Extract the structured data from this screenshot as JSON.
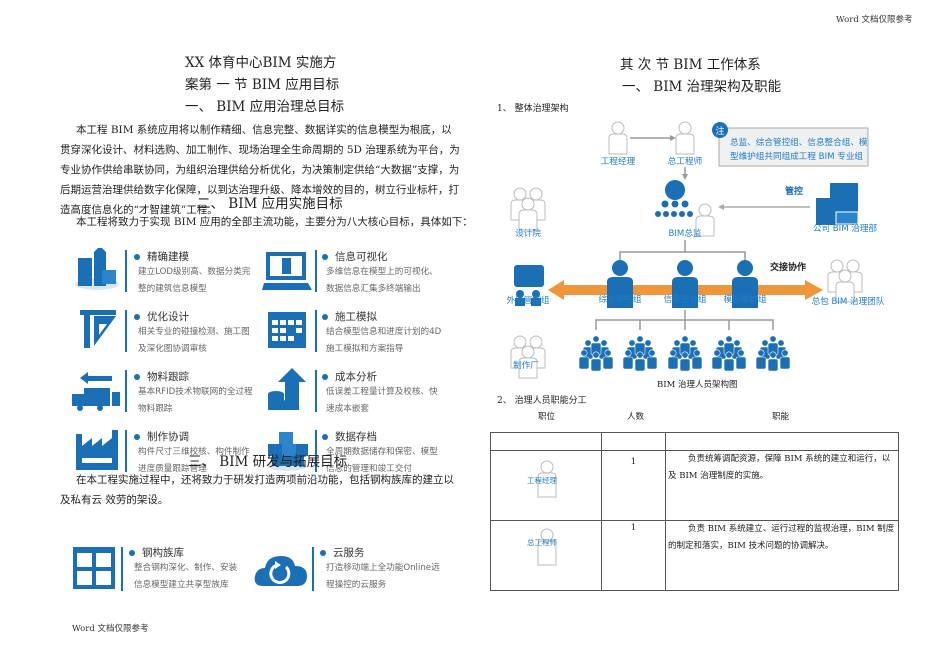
{
  "header_note": "Word 文档仅限参考",
  "footer_note": "Word 文档仅限参考",
  "left": {
    "title1": "XX 体育中心BIM 实施方",
    "title2": "案第 一 节   BIM 应用目标",
    "h1": "一、  BIM 应用治理总目标",
    "para1": "本工程  BIM 系统应用将以制作精细、信息完整、数据详实的信息模型为根底，以贯穿深化设计、材料选购、加工制作、现场治理全生命周期的  5D   治理系统为平台，为专业协作供给串联协同，为组织治理供给分析优化，为决策制定供给“大数据”支撑，为后期运营治理供给数字化保障，以到达治理升级、降本增效的目的，树立行业标杆，打造高度信息化的“才智建筑”工程。",
    "h2": "二、  BIM 应用实施目标",
    "para2": "本工程将致力于实现   BIM   应用的全部主流功能，主要分为八大核心目标，具体如下：",
    "goals": [
      {
        "title": "精确建模",
        "desc": "建立LOD级别高、数据分类完整的建筑信息模型",
        "icon": "city-buildings-icon"
      },
      {
        "title": "信息可视化",
        "desc": "多维信息在模型上的可视化、数据信息汇集多终端输出",
        "icon": "computer-monitor-icon"
      },
      {
        "title": "优化设计",
        "desc": "相关专业的碰撞检测、施工图及深化图协调审核",
        "icon": "drafting-tools-icon"
      },
      {
        "title": "施工模拟",
        "desc": "结合模型信息和进度计划的4D施工模拟和方案指导",
        "icon": "calendar-icon"
      },
      {
        "title": "物料跟踪",
        "desc": "基本RFID技术物联网的全过程物料跟踪",
        "icon": "delivery-truck-icon"
      },
      {
        "title": "成本分析",
        "desc": "低误差工程量计算及校核、快速成本嵌套",
        "icon": "coins-arrow-icon"
      },
      {
        "title": "制作协调",
        "desc": "构件尺寸三维校核、构件制作进度质量跟踪管理",
        "icon": "factory-icon"
      },
      {
        "title": "数据存档",
        "desc": "全周期数据储存和保密、模型信息的管理和竣工交付",
        "icon": "data-boxes-icon"
      }
    ],
    "h3": "三、  BIM 研发与拓展目标",
    "para3": "在本工程实施过程中，还将致力于研发打造两项前沿功能，包括钢构族库的建立以及私有云  效劳的架设。",
    "rd": [
      {
        "title": "钢构族库",
        "desc": "整合钢构深化、制作、安装信息模型建立共享型族库",
        "icon": "library-grid-icon"
      },
      {
        "title": "云服务",
        "desc": "打造移动端上全功能Online远程操控的云服务",
        "icon": "cloud-sync-icon"
      }
    ]
  },
  "right": {
    "title1": "其 次 节   BIM 工作体系",
    "h1": "一、  BIM 治理架构及职能",
    "s1": "1、   整体治理架构",
    "diagram": {
      "pm": "工程经理",
      "ce": "总工程师",
      "note_badge": "注",
      "note1": "总监、综合管控组、信息整合组、模",
      "note2": "型维护组共同组成工程 BIM 专业组",
      "director": "BIM总监",
      "control": "管控",
      "company": "公司 BIM 治理部",
      "design": "设计院",
      "collab": "交接协作",
      "ext": "外协管控组",
      "g1": "综合管控组",
      "g2": "信息整合组",
      "g3": "模型维护组",
      "gc": "总包 BIM 治理团队",
      "factory": "制作厂"
    },
    "caption": "BIM 治理人员架构图",
    "s2": "2、   治理人员职能分工",
    "table": {
      "headers": [
        "职位",
        "人数",
        "职能"
      ],
      "rows": [
        {
          "role": "工程经理",
          "count": "1",
          "duty": "负责统筹调配资源，保障 BIM 系统的建立和运行，以及 BIM 治理制度的实施。"
        },
        {
          "role": "总工程师",
          "count": "1",
          "duty": "负责 BIM 系统建立、运行过程的监视治理，BIM 制度的制定和落实，BIM 技术问题的协调解决。"
        }
      ]
    }
  },
  "colors": {
    "blue": "#1a6fb5",
    "orange": "#f0963a"
  }
}
